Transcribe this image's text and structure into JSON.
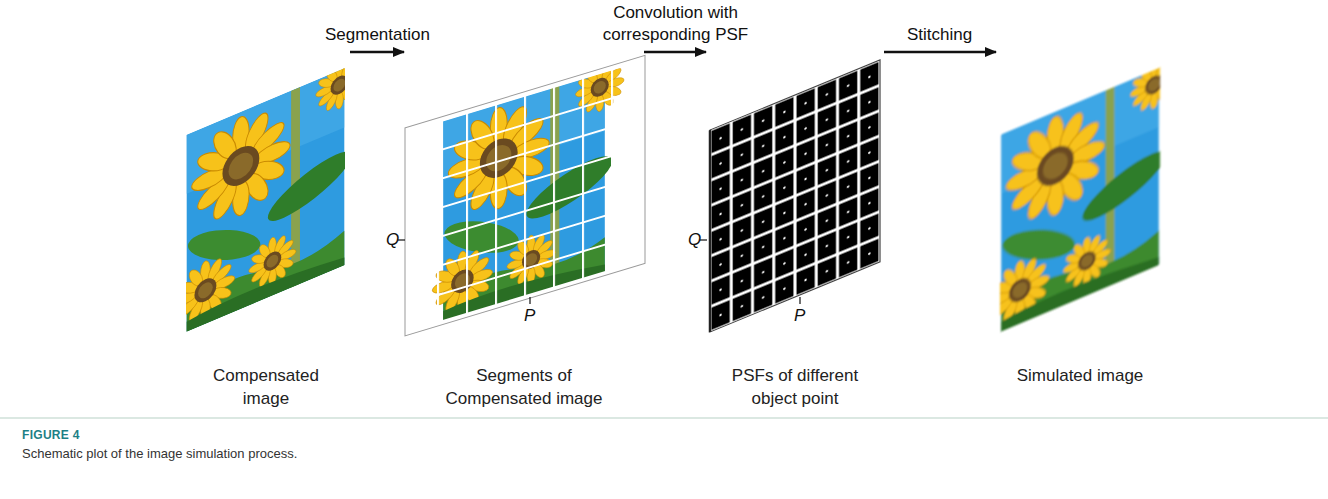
{
  "diagram": {
    "caption": "Schematic plot of the image simulation process.",
    "nodes": [
      {
        "text": [
          "Compensated image"
        ]
      },
      {
        "text": [
          "Segments of Compensated image"
        ]
      },
      {
        "text": [
          "PSFs of different object point"
        ]
      },
      {
        "text": [
          "Simulated image"
        ]
      }
    ],
    "edges": [
      {
        "from": 0,
        "to": 1,
        "arrow": "to",
        "label": "Segmentation"
      },
      {
        "from": 1,
        "to": 2,
        "arrow": "to",
        "label": "Convolution with corresponding PSF"
      },
      {
        "from": 2,
        "to": 3,
        "arrow": "to",
        "label": "Stitching"
      }
    ],
    "labels": [
      "Q",
      "P",
      "Q",
      "P",
      "FIGURE 4"
    ]
  }
}
